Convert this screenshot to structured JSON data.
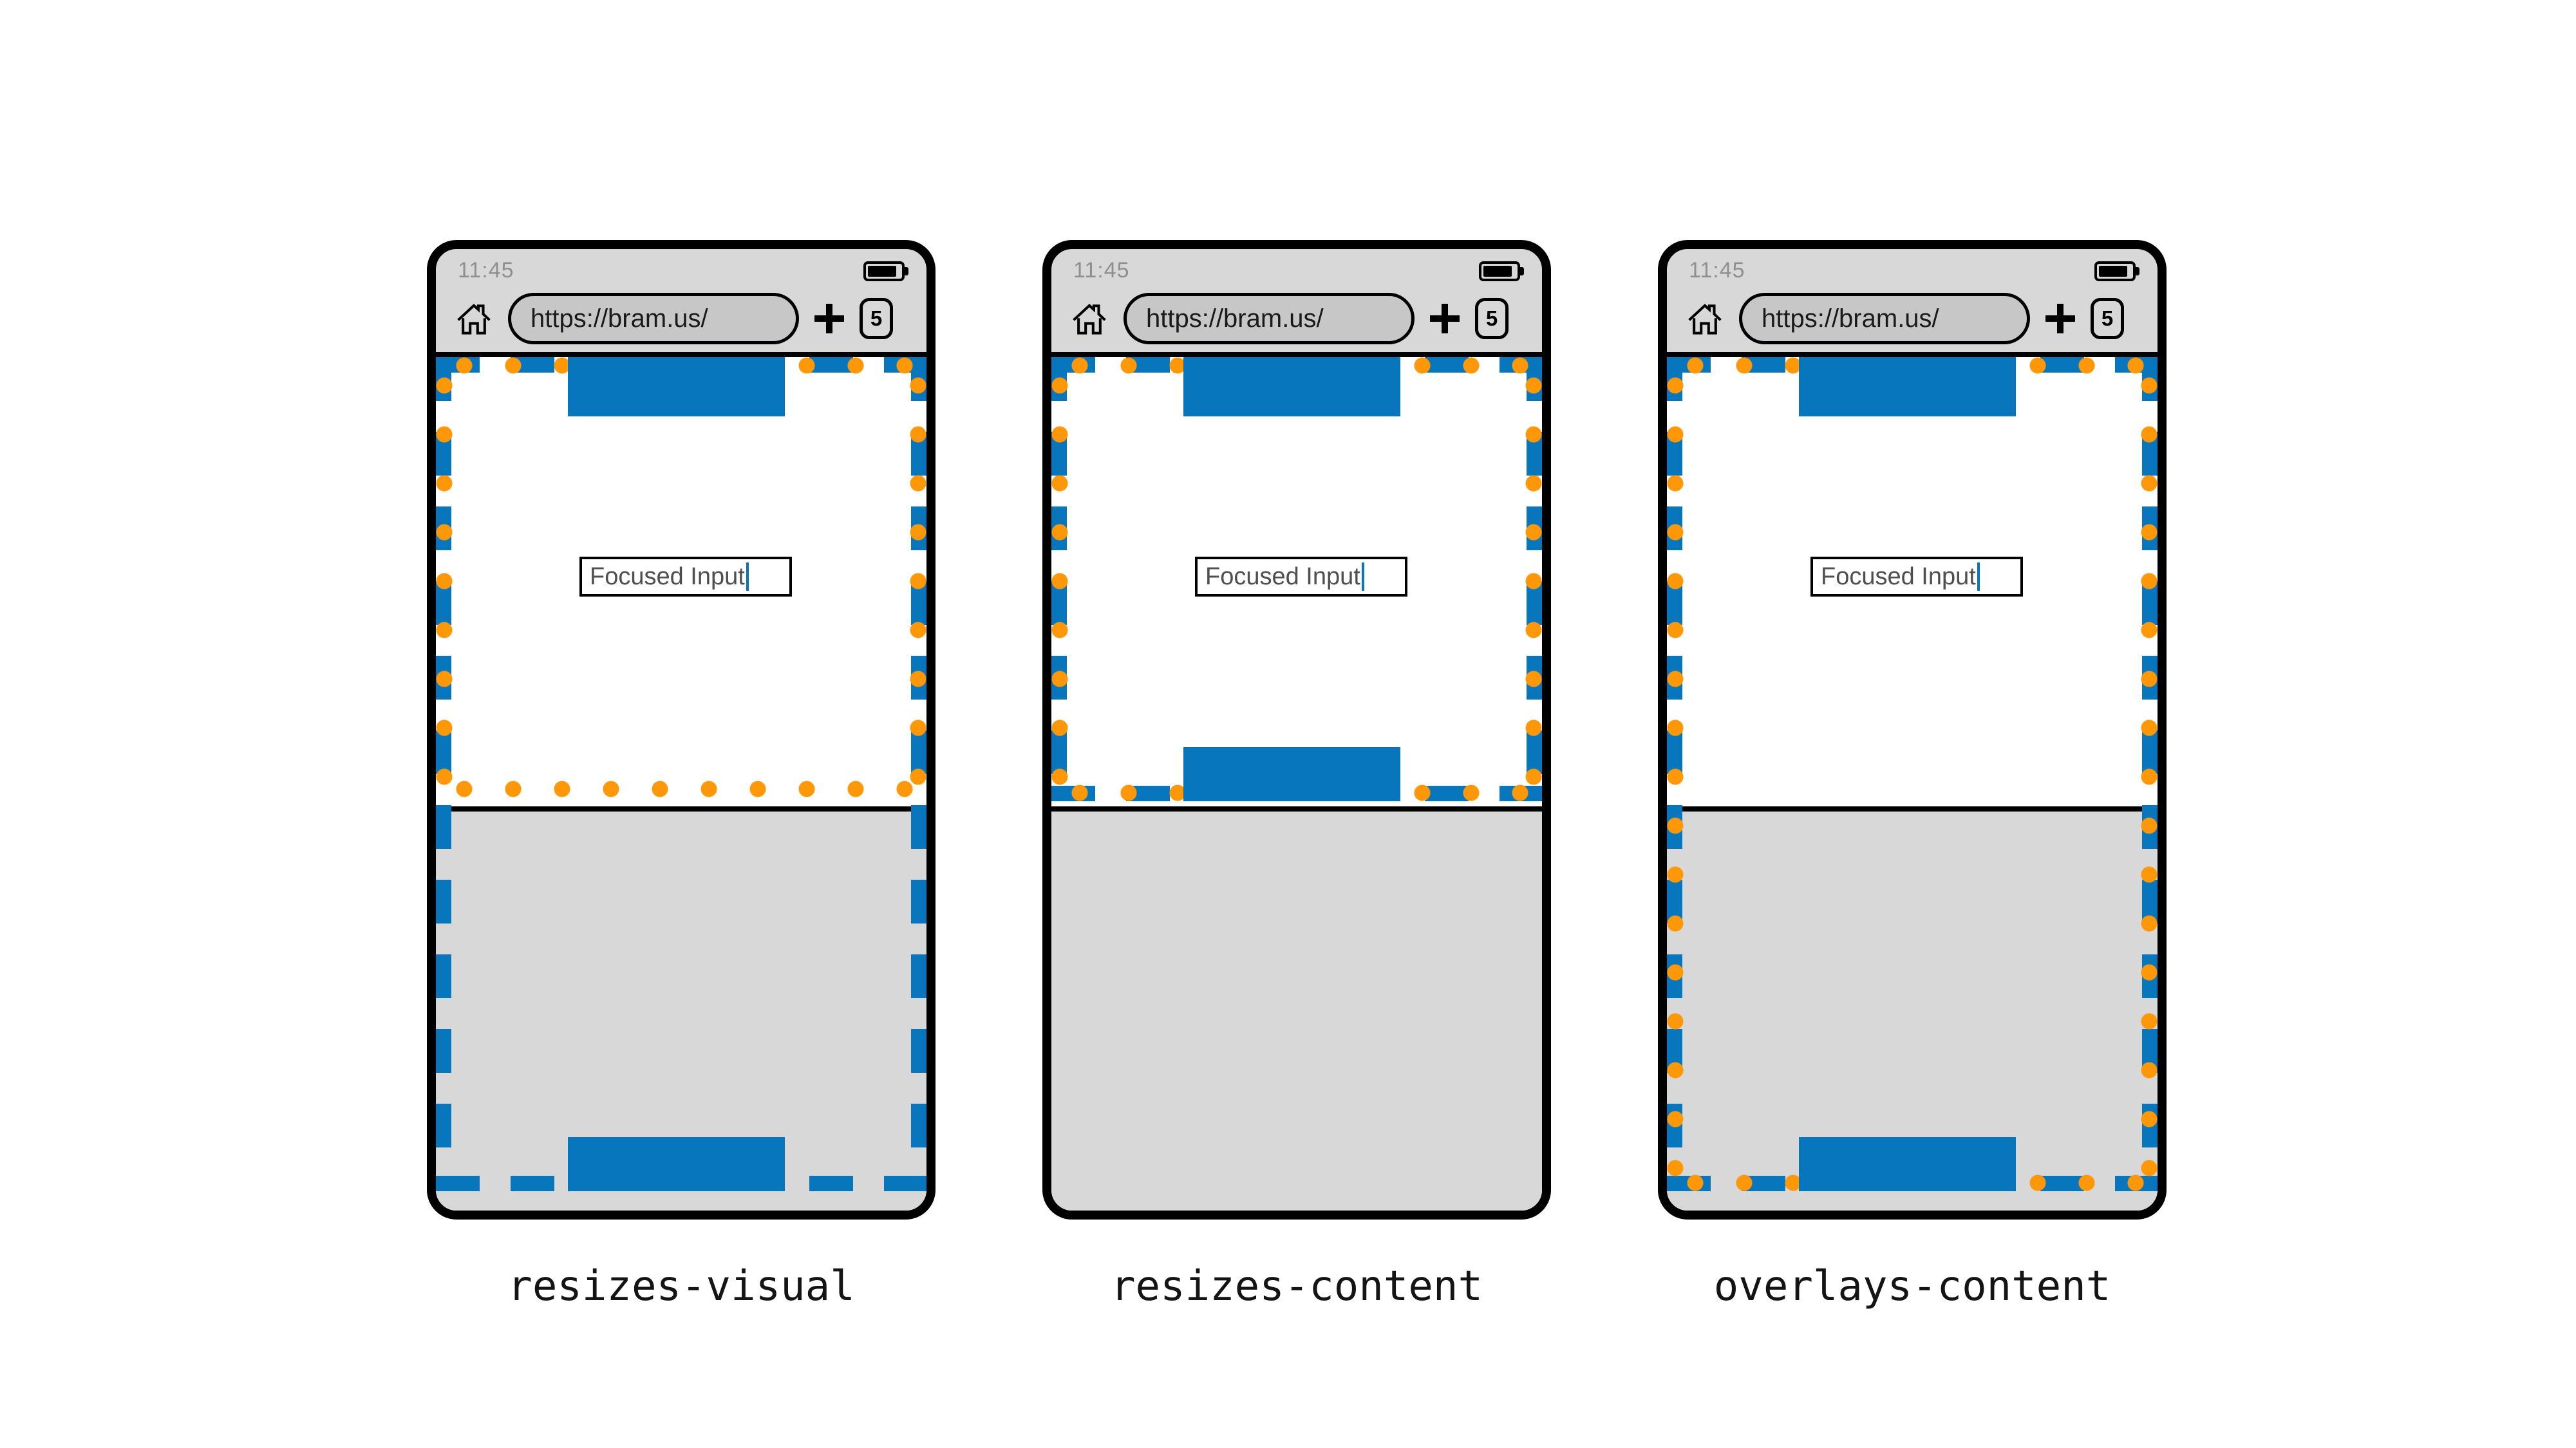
{
  "colors": {
    "blue": "#0876bd",
    "orange": "#ff9808",
    "chrome_gray": "#d8d8d8",
    "pill_gray": "#c7c7c7",
    "keyboard_gray": "#d8d8d8",
    "frame_black": "#000000",
    "time_gray": "#8f8f8f",
    "input_text": "#4f4f4f",
    "url_text": "#1a1a1a",
    "caption_color": "#141414"
  },
  "phones": [
    {
      "caption": "resizes-visual",
      "status": {
        "time": "11:45"
      },
      "browser": {
        "url": "https://bram.us/",
        "tab_count": "5"
      },
      "page": {
        "input_value": "Focused Input"
      }
    },
    {
      "caption": "resizes-content",
      "status": {
        "time": "11:45"
      },
      "browser": {
        "url": "https://bram.us/",
        "tab_count": "5"
      },
      "page": {
        "input_value": "Focused Input"
      }
    },
    {
      "caption": "overlays-content",
      "status": {
        "time": "11:45"
      },
      "browser": {
        "url": "https://bram.us/",
        "tab_count": "5"
      },
      "page": {
        "input_value": "Focused Input"
      }
    }
  ]
}
